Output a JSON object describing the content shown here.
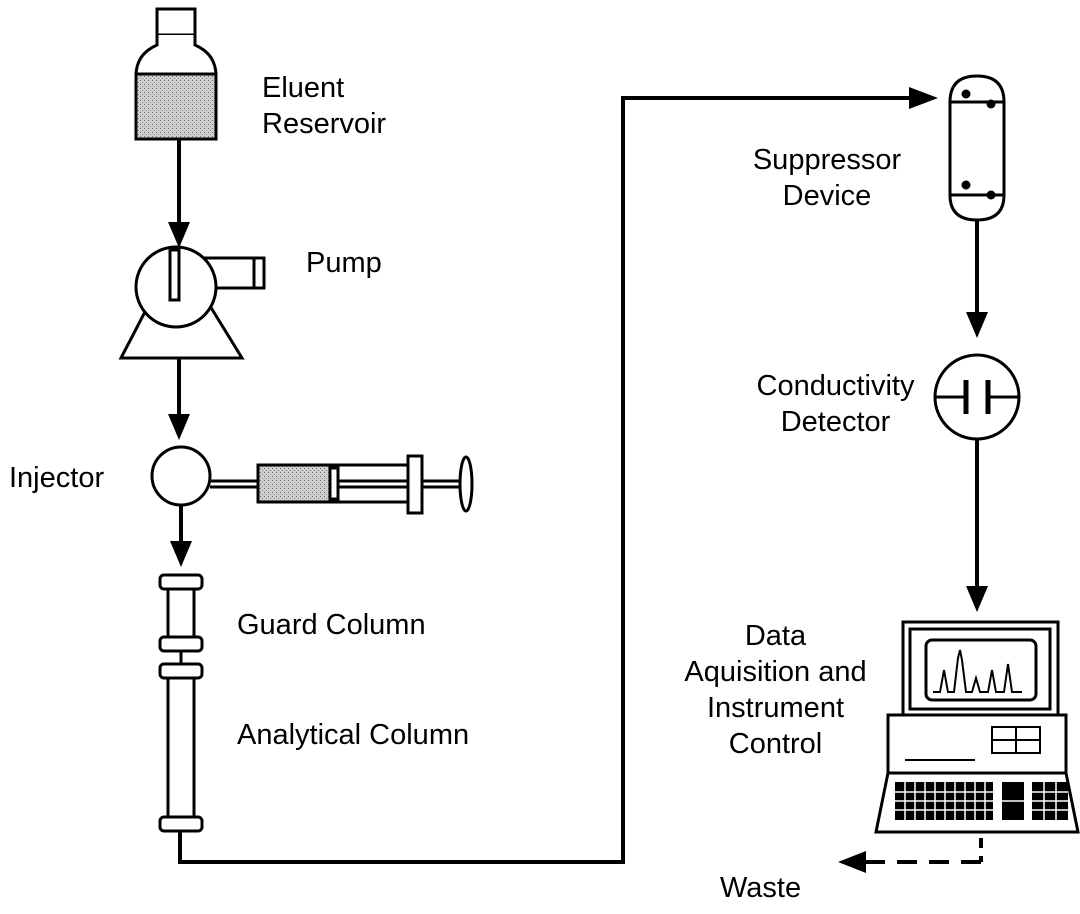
{
  "labels": {
    "reservoir": [
      "Eluent",
      "Reservoir"
    ],
    "pump": "Pump",
    "injector": "Injector",
    "guard_column": "Guard Column",
    "analytical_column": "Analytical Column",
    "suppressor": [
      "Suppressor",
      "Device"
    ],
    "detector": [
      "Conductivity",
      "Detector"
    ],
    "data_system": [
      "Data",
      "Aquisition and",
      "Instrument",
      "Control"
    ],
    "waste": "Waste"
  },
  "colors": {
    "line": "#000000",
    "fill_shaded": "#c8c8c8",
    "background": "#ffffff"
  }
}
